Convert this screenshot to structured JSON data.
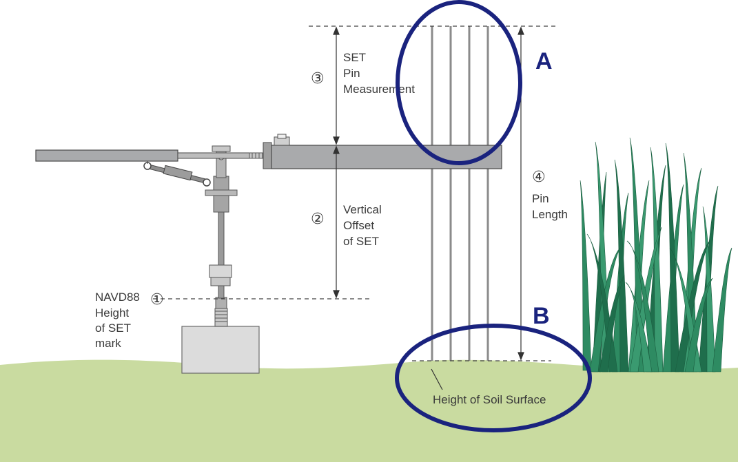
{
  "labels": {
    "navd88": [
      "NAVD88",
      "Height",
      "of SET",
      "mark"
    ],
    "vertical_offset": [
      "Vertical",
      "Offset",
      "of SET"
    ],
    "pin_measurement": [
      "SET",
      "Pin",
      "Measurement"
    ],
    "pin_length": [
      "Pin",
      "Length"
    ],
    "soil_surface": "Height of Soil Surface"
  },
  "markers": {
    "m1": "①",
    "m2": "②",
    "m3": "③",
    "m4": "④"
  },
  "callouts": {
    "a": "A",
    "b": "B"
  },
  "colors": {
    "ground": "#c9dba0",
    "grass": "#2e8b62",
    "grass_dark": "#1f6e4c",
    "callout": "#1a237e",
    "metal": "#a9aaac",
    "metal_stroke": "#4a4a4a"
  }
}
